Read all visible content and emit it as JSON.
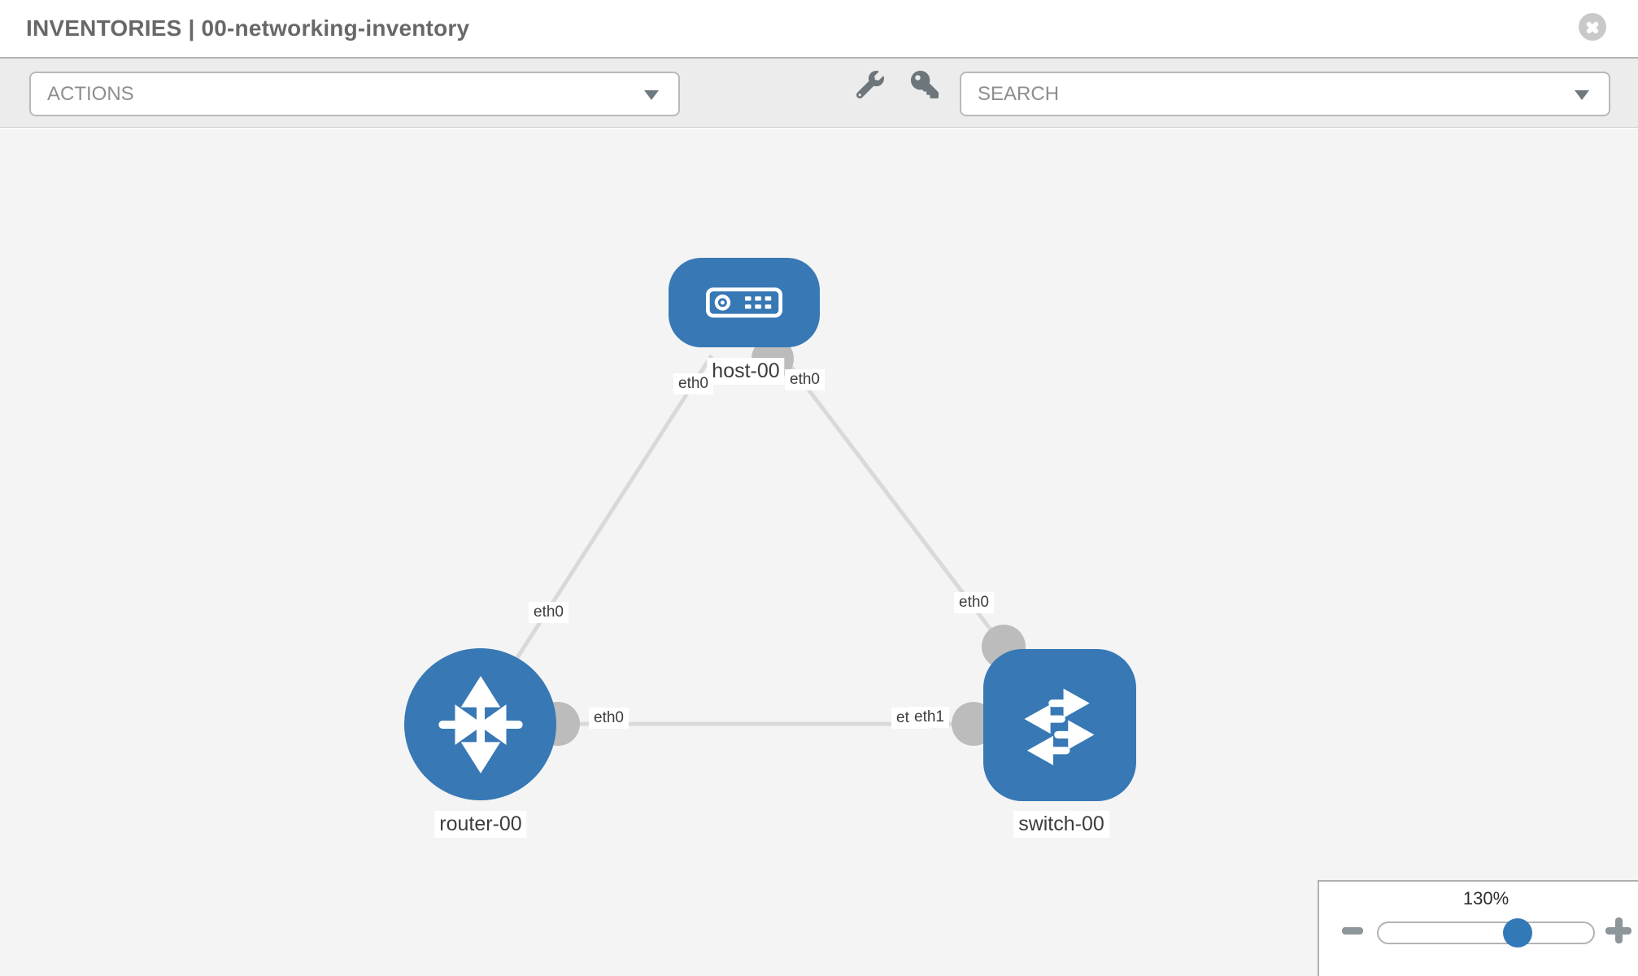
{
  "header": {
    "title": "INVENTORIES | 00-networking-inventory"
  },
  "toolbar": {
    "actions_label": "ACTIONS",
    "search_label": "SEARCH"
  },
  "diagram": {
    "nodes": [
      {
        "id": "host-00",
        "type": "host",
        "label": "host-00"
      },
      {
        "id": "router-00",
        "type": "router",
        "label": "router-00"
      },
      {
        "id": "switch-00",
        "type": "switch",
        "label": "switch-00"
      }
    ],
    "ports": {
      "host_left": "eth0",
      "host_right": "eth0",
      "router_top": "eth0",
      "router_right": "eth0",
      "switch_top": "eth0",
      "switch_left_under": "eth0",
      "switch_left_over": "eth1"
    },
    "links": [
      {
        "from": "host-00",
        "from_if": "eth0",
        "to": "router-00",
        "to_if": "eth0"
      },
      {
        "from": "host-00",
        "from_if": "eth0",
        "to": "switch-00",
        "to_if": "eth0"
      },
      {
        "from": "router-00",
        "from_if": "eth0",
        "to": "switch-00",
        "to_if": "eth1"
      }
    ]
  },
  "zoom_control": {
    "value": "130%"
  },
  "colors": {
    "node_blue": "#3778b5",
    "link_gray": "#d9d9d9",
    "port_gray": "#bcbcbc",
    "slider_thumb_blue": "#3279b7",
    "toolbar_gray": "#ececec",
    "canvas_gray": "#f4f4f4"
  }
}
